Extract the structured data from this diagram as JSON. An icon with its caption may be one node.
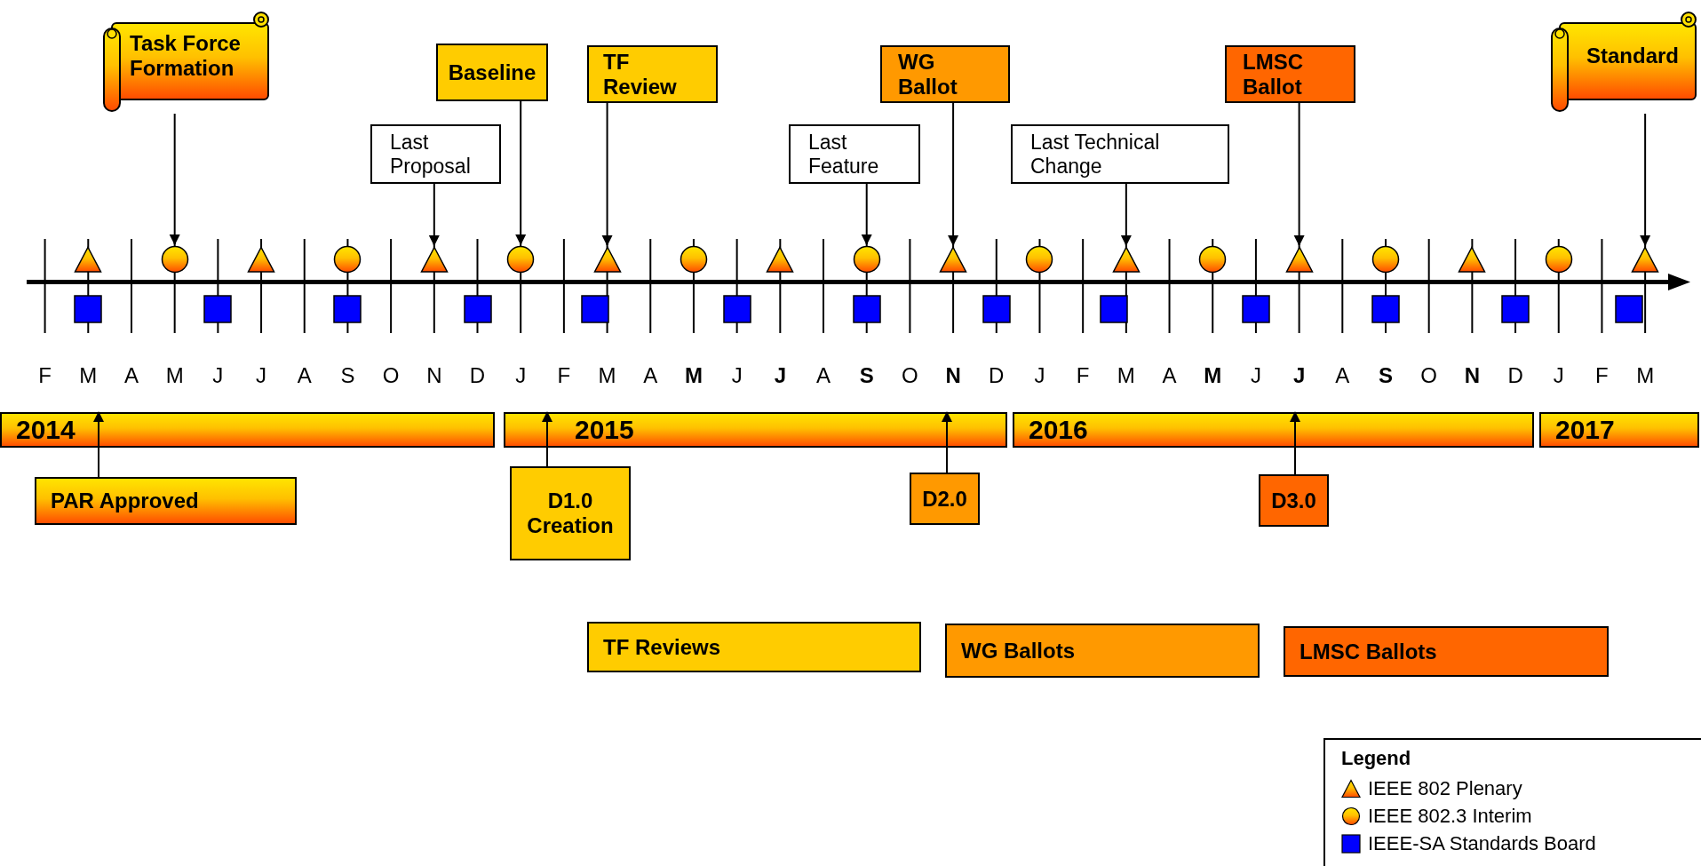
{
  "diagram": {
    "nodes": [
      {
        "text": [
          "Task Force Formation"
        ]
      },
      {
        "text": [
          "Baseline"
        ]
      },
      {
        "text": [
          "TF Review"
        ]
      },
      {
        "text": [
          "WG Ballot"
        ]
      },
      {
        "text": [
          "LMSC Ballot"
        ]
      },
      {
        "text": [
          "Standard"
        ]
      },
      {
        "text": [
          "Last Proposal"
        ]
      },
      {
        "text": [
          "Last Feature"
        ]
      },
      {
        "text": [
          "Last Technical Change"
        ]
      },
      {
        "text": [],
        "shape": "triangle"
      },
      {
        "text": [],
        "shape": "circle"
      },
      {
        "text": [],
        "shape": "triangle"
      },
      {
        "text": [],
        "shape": "circle"
      },
      {
        "text": [],
        "shape": "triangle"
      },
      {
        "text": [],
        "shape": "circle"
      },
      {
        "text": [],
        "shape": "triangle"
      },
      {
        "text": [],
        "shape": "circle"
      },
      {
        "text": [],
        "shape": "triangle"
      },
      {
        "text": [],
        "shape": "circle"
      },
      {
        "text": [],
        "shape": "triangle"
      },
      {
        "text": [],
        "shape": "circle"
      },
      {
        "text": [],
        "shape": "triangle"
      },
      {
        "text": [],
        "shape": "circle"
      },
      {
        "text": [],
        "shape": "triangle"
      },
      {
        "text": [],
        "shape": "circle"
      },
      {
        "text": [],
        "shape": "triangle"
      },
      {
        "text": [],
        "shape": "circle"
      },
      {
        "text": [],
        "shape": "triangle"
      },
      {
        "text": [],
        "shape": "box"
      },
      {
        "text": [],
        "shape": "box"
      },
      {
        "text": [],
        "shape": "box"
      },
      {
        "text": [],
        "shape": "box"
      },
      {
        "text": [],
        "shape": "box"
      },
      {
        "text": [],
        "shape": "box"
      },
      {
        "text": [],
        "shape": "box"
      },
      {
        "text": [],
        "shape": "box"
      },
      {
        "text": [],
        "shape": "box"
      },
      {
        "text": [],
        "shape": "box"
      },
      {
        "text": [],
        "shape": "box"
      },
      {
        "text": [],
        "shape": "box"
      },
      {
        "text": [],
        "shape": "box"
      },
      {
        "text": [
          "2014"
        ]
      },
      {
        "text": [
          "2015"
        ]
      },
      {
        "text": [
          "2016"
        ]
      },
      {
        "text": [
          "2017"
        ]
      },
      {
        "text": [
          "PAR Approved"
        ]
      },
      {
        "text": [
          "D1.0 Creation"
        ]
      },
      {
        "text": [
          "D2.0"
        ]
      },
      {
        "text": [
          "D3.0"
        ]
      },
      {
        "text": [
          "TF Reviews"
        ]
      },
      {
        "text": [
          "WG Ballots"
        ]
      },
      {
        "text": [
          "LMSC Ballots"
        ]
      }
    ],
    "edges": [
      {
        "from": 0,
        "to": 10,
        "arrow": "to"
      },
      {
        "from": 6,
        "to": 13,
        "arrow": "to"
      },
      {
        "from": 1,
        "to": 14,
        "arrow": "to"
      },
      {
        "from": 2,
        "to": 15,
        "arrow": "to"
      },
      {
        "from": 7,
        "to": 18,
        "arrow": "to"
      },
      {
        "from": 3,
        "to": 19,
        "arrow": "to"
      },
      {
        "from": 8,
        "to": 21,
        "arrow": "to"
      },
      {
        "from": 4,
        "to": 23,
        "arrow": "to"
      },
      {
        "from": 5,
        "to": 27,
        "arrow": "to"
      },
      {
        "from": 45,
        "to": 41,
        "arrow": "to"
      },
      {
        "from": 46,
        "to": 42,
        "arrow": "to"
      },
      {
        "from": 47,
        "to": 42,
        "arrow": "to"
      },
      {
        "from": 48,
        "to": 43,
        "arrow": "to"
      }
    ],
    "labels": [
      "F",
      "M",
      "A",
      "M",
      "J",
      "J",
      "A",
      "S",
      "O",
      "N",
      "D",
      "J",
      "F",
      "M",
      "A",
      "M",
      "J",
      "J",
      "A",
      "S",
      "O",
      "N",
      "D",
      "J",
      "F",
      "M",
      "A",
      "M",
      "J",
      "J",
      "A",
      "S",
      "O",
      "N",
      "D",
      "J",
      "F",
      "M",
      "Legend"
    ],
    "legend": [
      {
        "text": "IEEE 802 Plenary"
      },
      {
        "text": "IEEE 802.3 Interim"
      },
      {
        "text": "IEEE-SA Standards Board",
        "color": "#0000ff"
      }
    ]
  }
}
